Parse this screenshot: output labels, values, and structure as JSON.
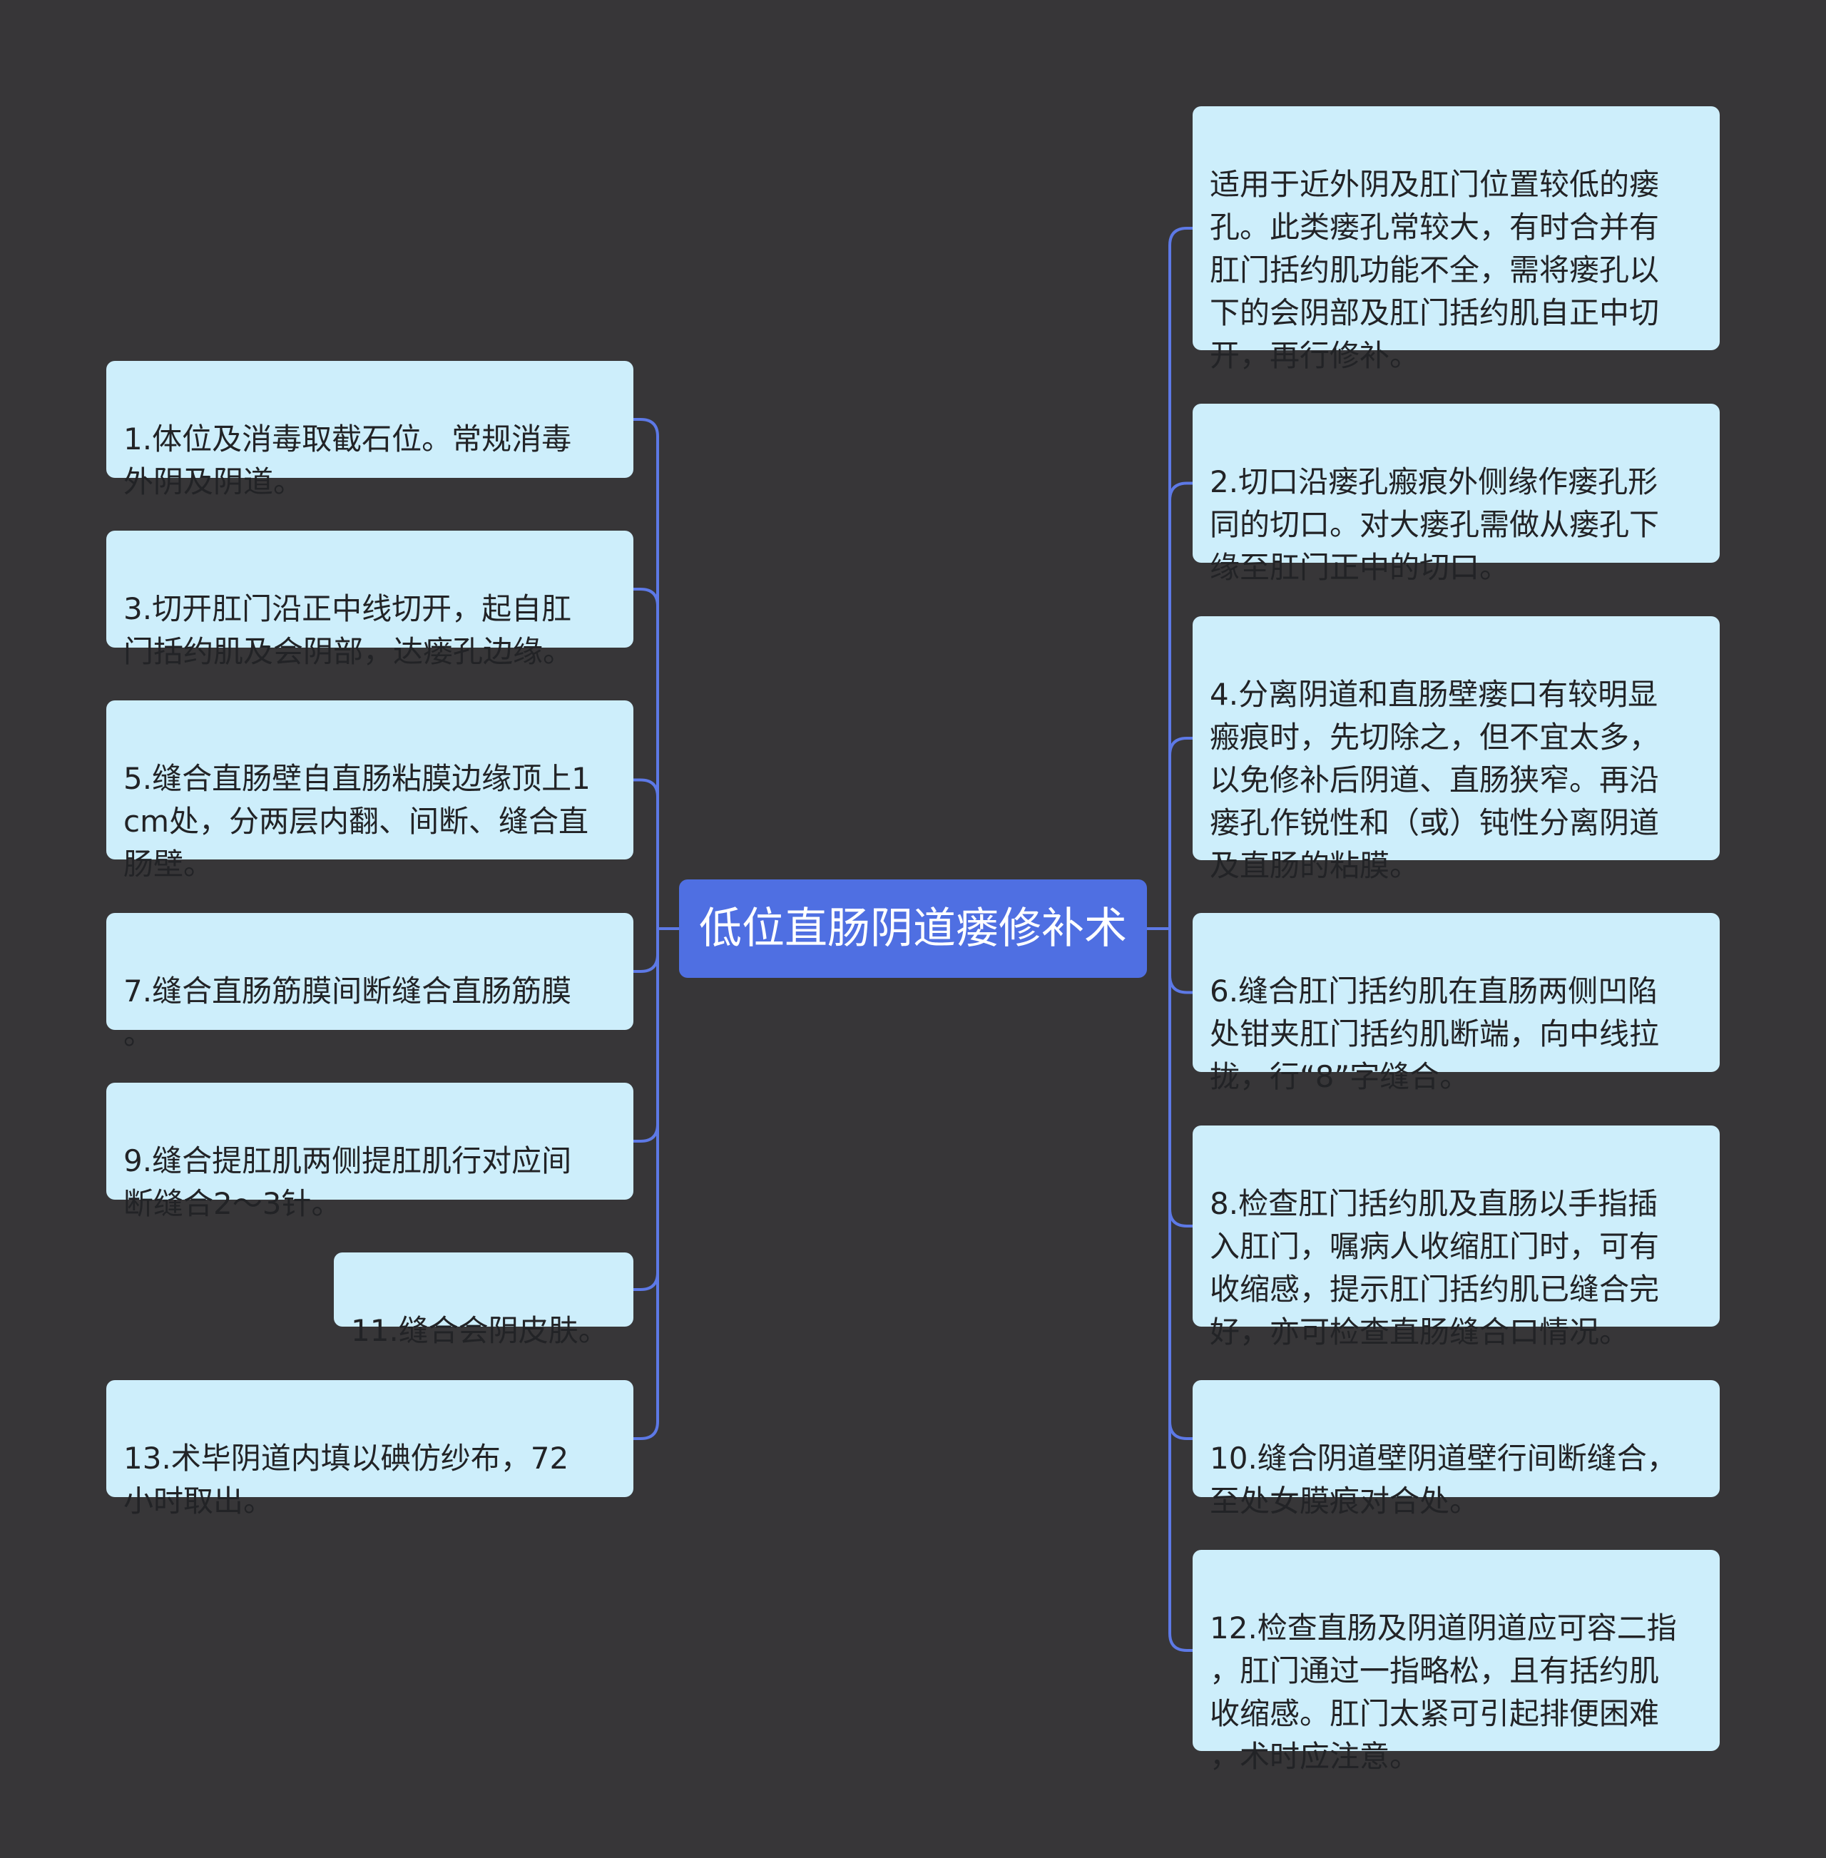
{
  "center": {
    "title": "低位直肠阴道瘘修补术"
  },
  "left_nodes": [
    {
      "text": "1.体位及消毒取截石位。常规消毒\n外阴及阴道。"
    },
    {
      "text": "3.切开肛门沿正中线切开，起自肛\n门括约肌及会阴部，达瘘孔边缘。"
    },
    {
      "text": "5.缝合直肠壁自直肠粘膜边缘顶上1\ncm处，分两层内翻、间断、缝合直\n肠壁。"
    },
    {
      "text": "7.缝合直肠筋膜间断缝合直肠筋膜\n。"
    },
    {
      "text": "9.缝合提肛肌两侧提肛肌行对应间\n断缝合2～3针。"
    },
    {
      "text": "11.缝合会阴皮肤。"
    },
    {
      "text": "13.术毕阴道内填以碘仿纱布，72\n小时取出。"
    }
  ],
  "right_nodes": [
    {
      "text": "适用于近外阴及肛门位置较低的瘘\n孔。此类瘘孔常较大，有时合并有\n肛门括约肌功能不全，需将瘘孔以\n下的会阴部及肛门括约肌自正中切\n开，再行修补。"
    },
    {
      "text": "2.切口沿瘘孔瘢痕外侧缘作瘘孔形\n同的切口。对大瘘孔需做从瘘孔下\n缘至肛门正中的切口。"
    },
    {
      "text": "4.分离阴道和直肠壁瘘口有较明显\n瘢痕时，先切除之，但不宜太多，\n以免修补后阴道、直肠狭窄。再沿\n瘘孔作锐性和（或）钝性分离阴道\n及直肠的粘膜。"
    },
    {
      "text": "6.缝合肛门括约肌在直肠两侧凹陷\n处钳夹肛门括约肌断端，向中线拉\n拢，行“8”字缝合。"
    },
    {
      "text": "8.检查肛门括约肌及直肠以手指插\n入肛门，嘱病人收缩肛门时，可有\n收缩感，提示肛门括约肌已缝合完\n好，亦可检查直肠缝合口情况。"
    },
    {
      "text": "10.缝合阴道壁阴道壁行间断缝合，\n至处女膜痕对合处。"
    },
    {
      "text": "12.检查直肠及阴道阴道应可容二指\n，肛门通过一指略松，且有括约肌\n收缩感。肛门太紧可引起排便困难\n，术时应注意。"
    }
  ],
  "colors": {
    "background": "#373638",
    "node_fill": "#cdeefb",
    "center_fill": "#4f6fe2",
    "connector": "#5d79e6",
    "text": "#222326"
  }
}
